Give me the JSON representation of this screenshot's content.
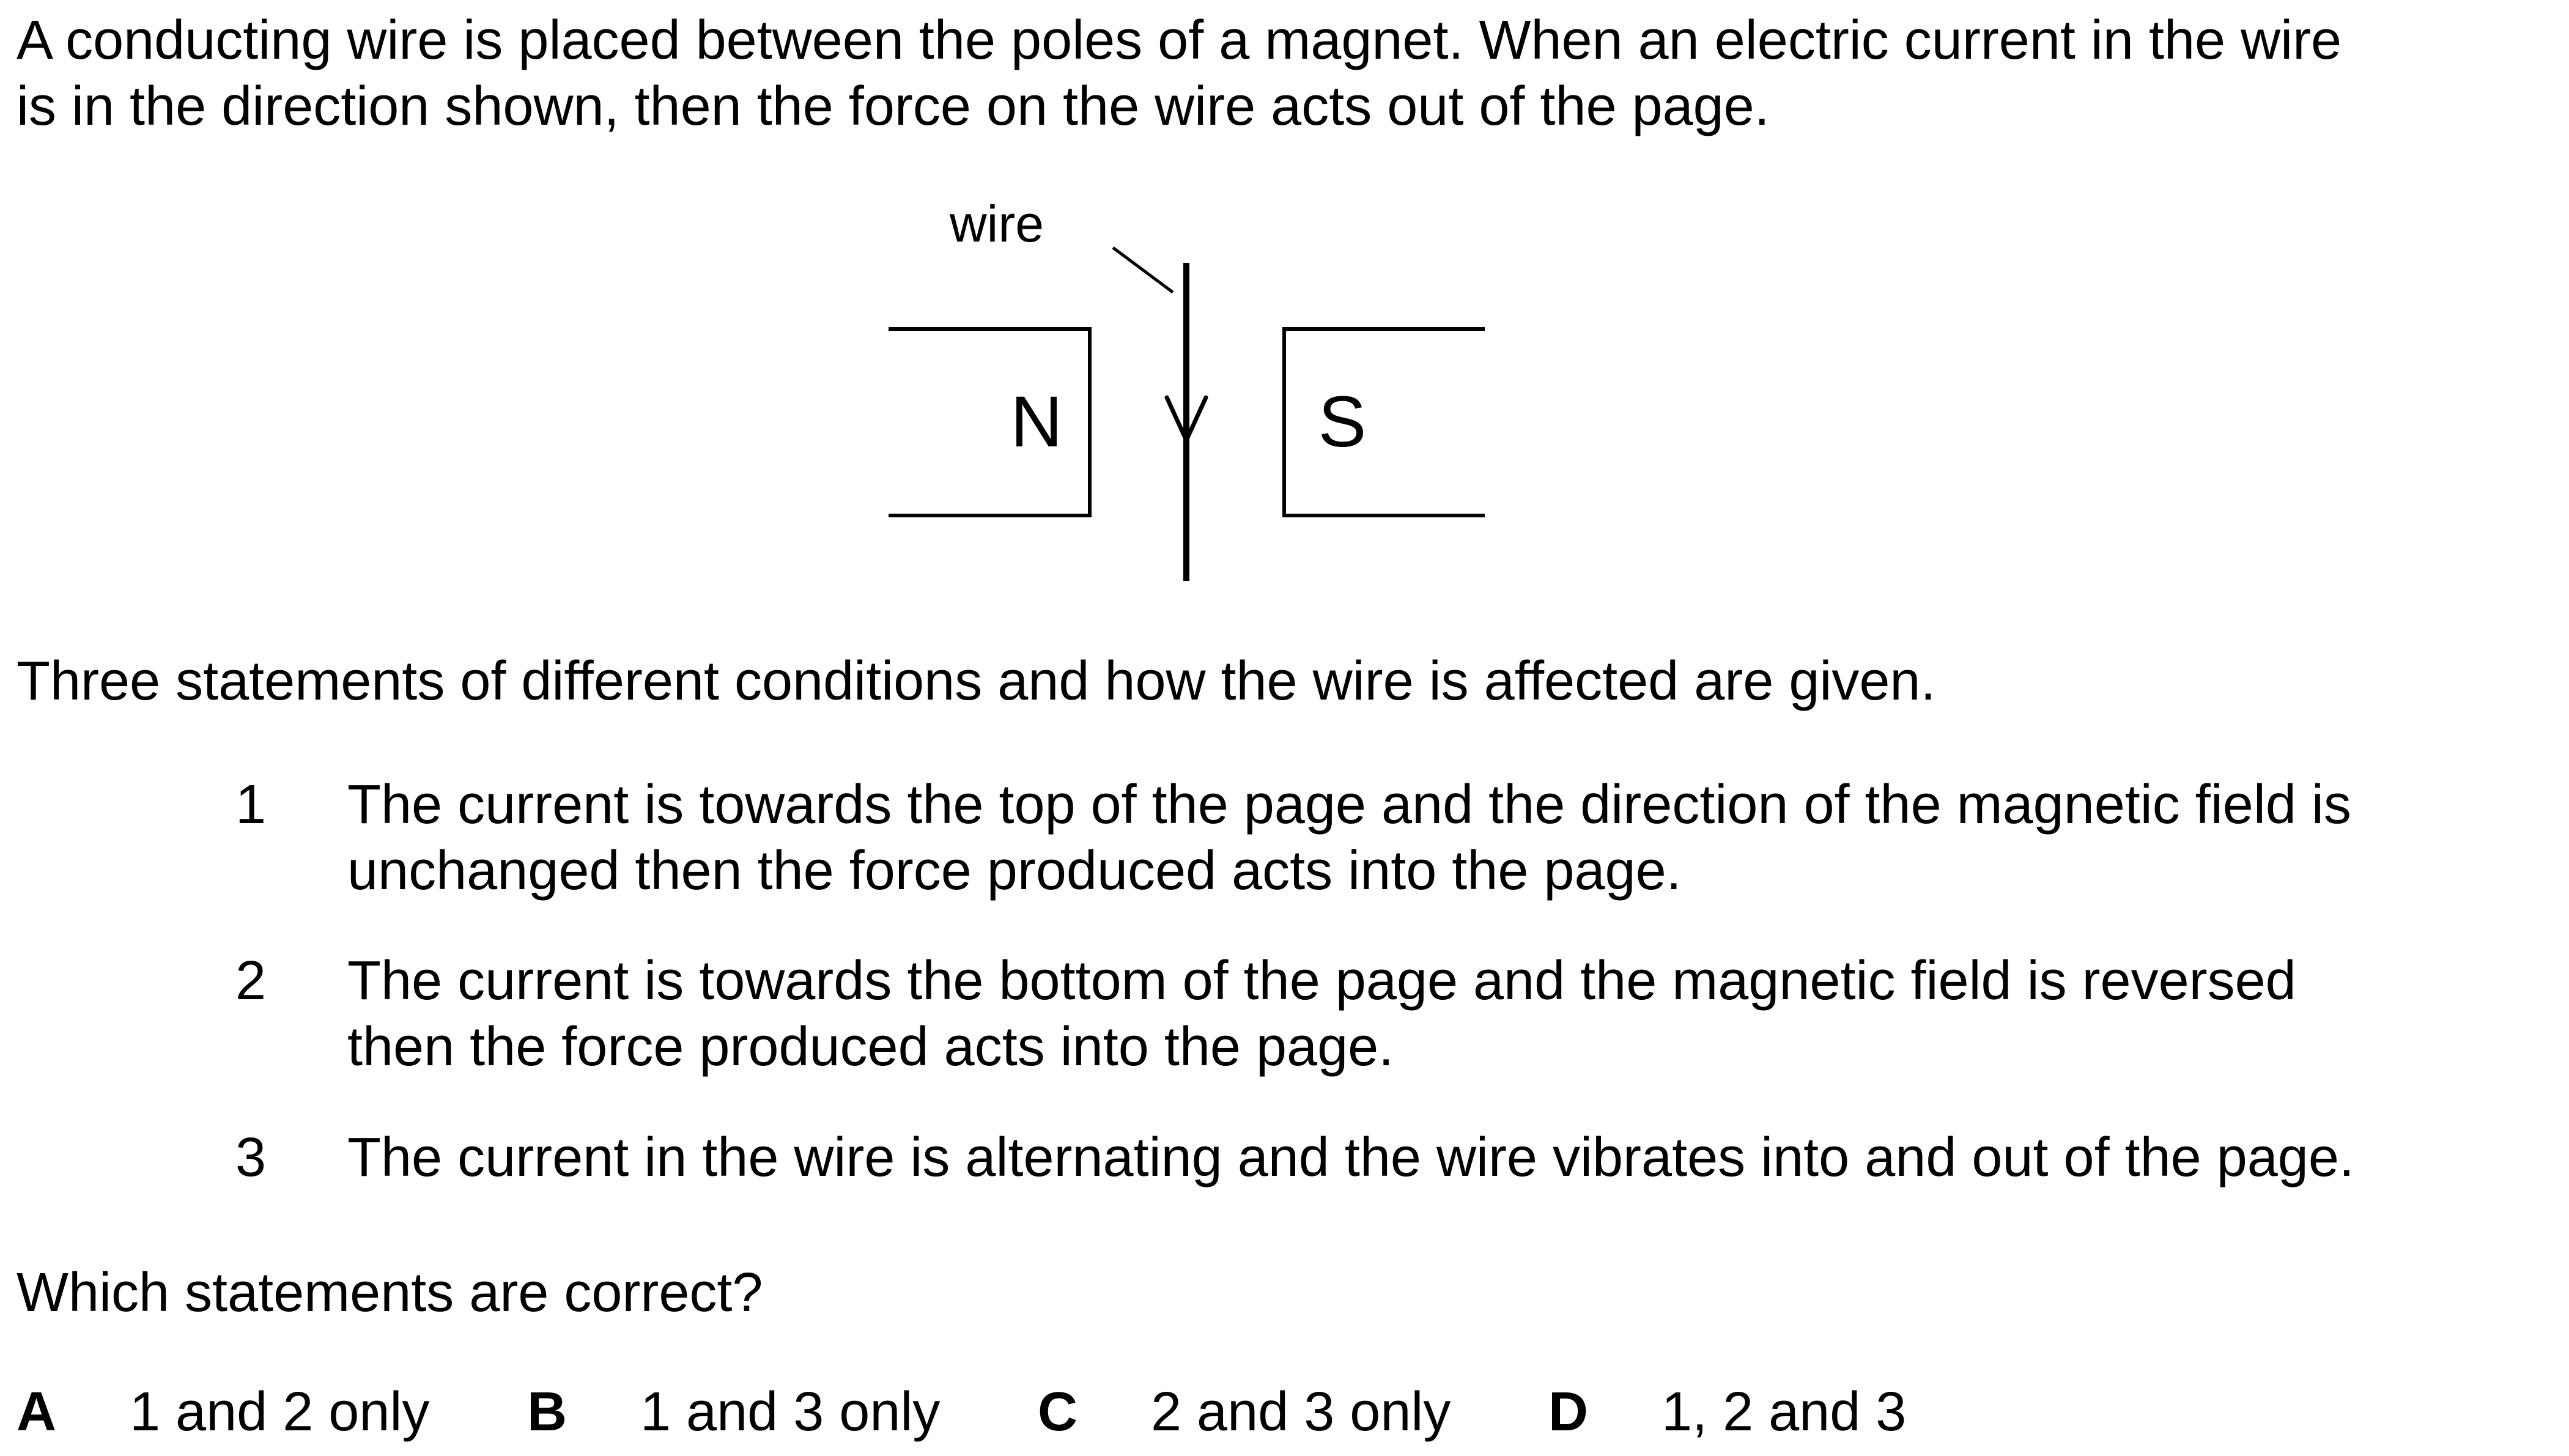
{
  "intro": {
    "line1": "A conducting wire is placed between the poles of a magnet. When an electric current in the wire",
    "line2": "is in the direction shown, then the force on the wire acts out of the page."
  },
  "diagram": {
    "wire_label": "wire",
    "north_label": "N",
    "south_label": "S"
  },
  "statements_intro": "Three statements of different conditions and how the wire is affected are given.",
  "statements": [
    {
      "number": "1",
      "line1": "The current is towards the top of the page and the direction of the magnetic field is",
      "line2": "unchanged then the force produced acts into the page."
    },
    {
      "number": "2",
      "line1": "The current is towards the bottom of the page and the magnetic field is reversed",
      "line2": "then the force produced acts into the page."
    },
    {
      "number": "3",
      "line1": "The current in the wire is alternating and the wire vibrates into and out of the page."
    }
  ],
  "question": "Which statements are correct?",
  "options": [
    {
      "letter": "A",
      "text": "1 and 2 only"
    },
    {
      "letter": "B",
      "text": "1 and 3 only"
    },
    {
      "letter": "C",
      "text": "2 and 3 only"
    },
    {
      "letter": "D",
      "text": "1, 2 and 3"
    }
  ]
}
